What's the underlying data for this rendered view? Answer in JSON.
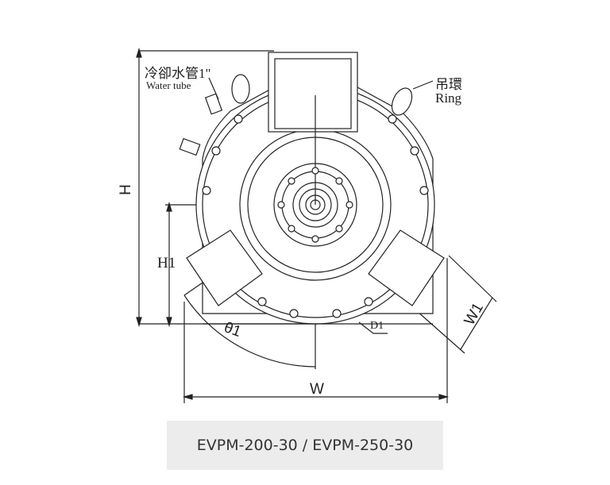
{
  "labels": {
    "water_tube_zh": "冷卻水管1\"",
    "water_tube_en": "Water tube",
    "ring_zh": "吊環",
    "ring_en": "Ring"
  },
  "dimensions": {
    "h": "H",
    "h1": "H1",
    "w": "W",
    "w1": "W1",
    "theta1": "θ1",
    "d1": "D1"
  },
  "caption": "EVPM-200-30 / EVPM-250-30"
}
